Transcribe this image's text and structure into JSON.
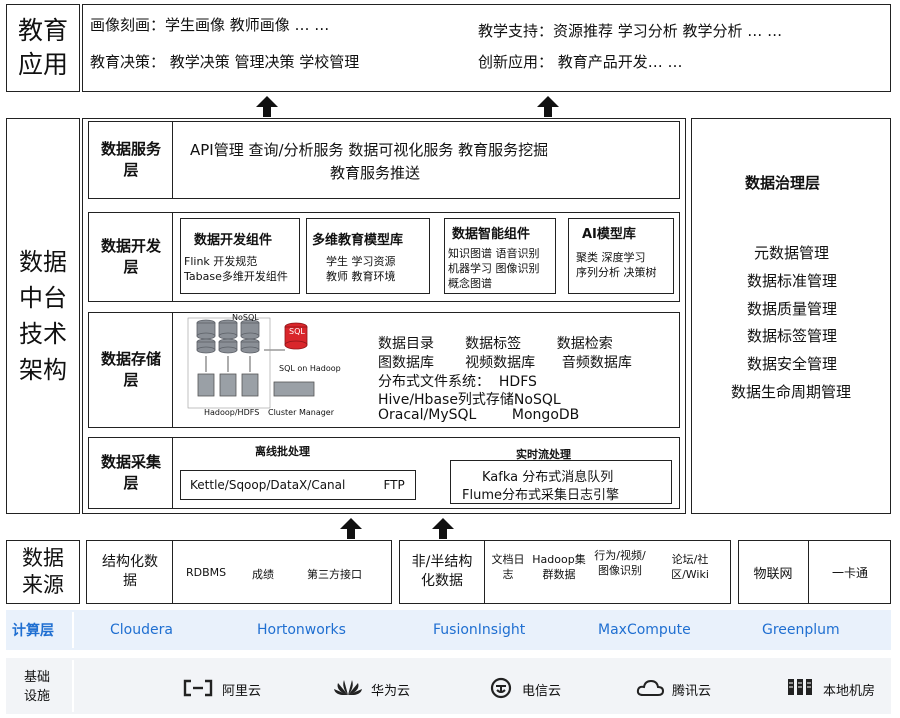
{
  "app": {
    "label": "教育应用",
    "row1_left": "画像刻画：学生画像 教师画像 … …",
    "row2_left": "教育决策：  教学决策  管理决策   学校管理",
    "row1_right": "教学支持：资源推荐  学习分析 教学分析 … …",
    "row2_right": "创新应用：   教育产品开发… …"
  },
  "mid_label": "数据中台技术架构",
  "service": {
    "label": "数据服务层",
    "line1": "API管理  查询/分析服务  数据可视化服务  教育服务挖掘",
    "line2": "教育服务推送"
  },
  "dev": {
    "label": "数据开发层",
    "components": [
      {
        "title": "数据开发组件",
        "lines": [
          "Flink  开发规范",
          "Tabase多维开发组件"
        ]
      },
      {
        "title": "多维教育模型库",
        "lines": [
          "学生  学习资源",
          "教师  教育环境"
        ]
      },
      {
        "title": "数据智能组件",
        "lines": [
          "知识图谱 语音识别",
          "机器学习 图像识别",
          "概念图谱"
        ]
      },
      {
        "title": "AI模型库",
        "lines": [
          "聚类  深度学习",
          "序列分析  决策树"
        ]
      }
    ]
  },
  "storage": {
    "label": "数据存储层",
    "nosql": "NoSQL",
    "sql": "SQL",
    "sql_on_hadoop": "SQL on Hadoop",
    "hadoop_hdfs": "Hadoop/HDFS",
    "cluster_manager": "Cluster Manager",
    "lines": [
      "数据目录       数据标签        数据检索",
      "图数据库       视频数据库      音频数据库",
      "分布式文件系统：  HDFS",
      "Hive/Hbase列式存储NoSQL",
      "Oracal/MySQL        MongoDB"
    ]
  },
  "collect": {
    "label": "数据采集层",
    "offline_title": "离线批处理",
    "offline_line": "Kettle/Sqoop/DataX/Canal          FTP",
    "realtime_title": "实时流处理",
    "realtime_line1": "Kafka  分布式消息队列",
    "realtime_line2": "Flume分布式采集日志引擎"
  },
  "governance": {
    "title": "数据治理层",
    "items": [
      "元数据管理",
      "数据标准管理",
      "数据质量管理",
      "数据标签管理",
      "数据安全管理",
      "数据生命周期管理"
    ]
  },
  "source": {
    "label": "数据来源",
    "structured": {
      "title": "结构化数据",
      "items": [
        "RDBMS",
        "成绩",
        "第三方接口"
      ]
    },
    "semi": {
      "title": "非/半结构化数据",
      "items": [
        "文档日志",
        "Hadoop集群数据",
        "行为/视频/图像识别",
        "论坛/社区/Wiki"
      ]
    },
    "iot": {
      "title": "物联网",
      "item": "一卡通"
    }
  },
  "compute": {
    "label": "计算层",
    "items": [
      "Cloudera",
      "Hortonworks",
      "FusionInsight",
      "MaxCompute",
      "Greenplum"
    ]
  },
  "infra": {
    "label": "基础设施",
    "items": [
      {
        "name": "阿里云",
        "icon": "aliyun-icon"
      },
      {
        "name": "华为云",
        "icon": "huawei-icon"
      },
      {
        "name": "电信云",
        "icon": "telecom-icon"
      },
      {
        "name": "腾讯云",
        "icon": "tencent-cloud-icon"
      },
      {
        "name": "本地机房",
        "icon": "server-rack-icon"
      }
    ]
  },
  "colors": {
    "compute_text": "#1f6fd1",
    "compute_bg": "#e9f1fb",
    "infra_bg": "#f2f4f7",
    "sql_red": "#d9262b",
    "cylinder": "#8a8f96"
  }
}
